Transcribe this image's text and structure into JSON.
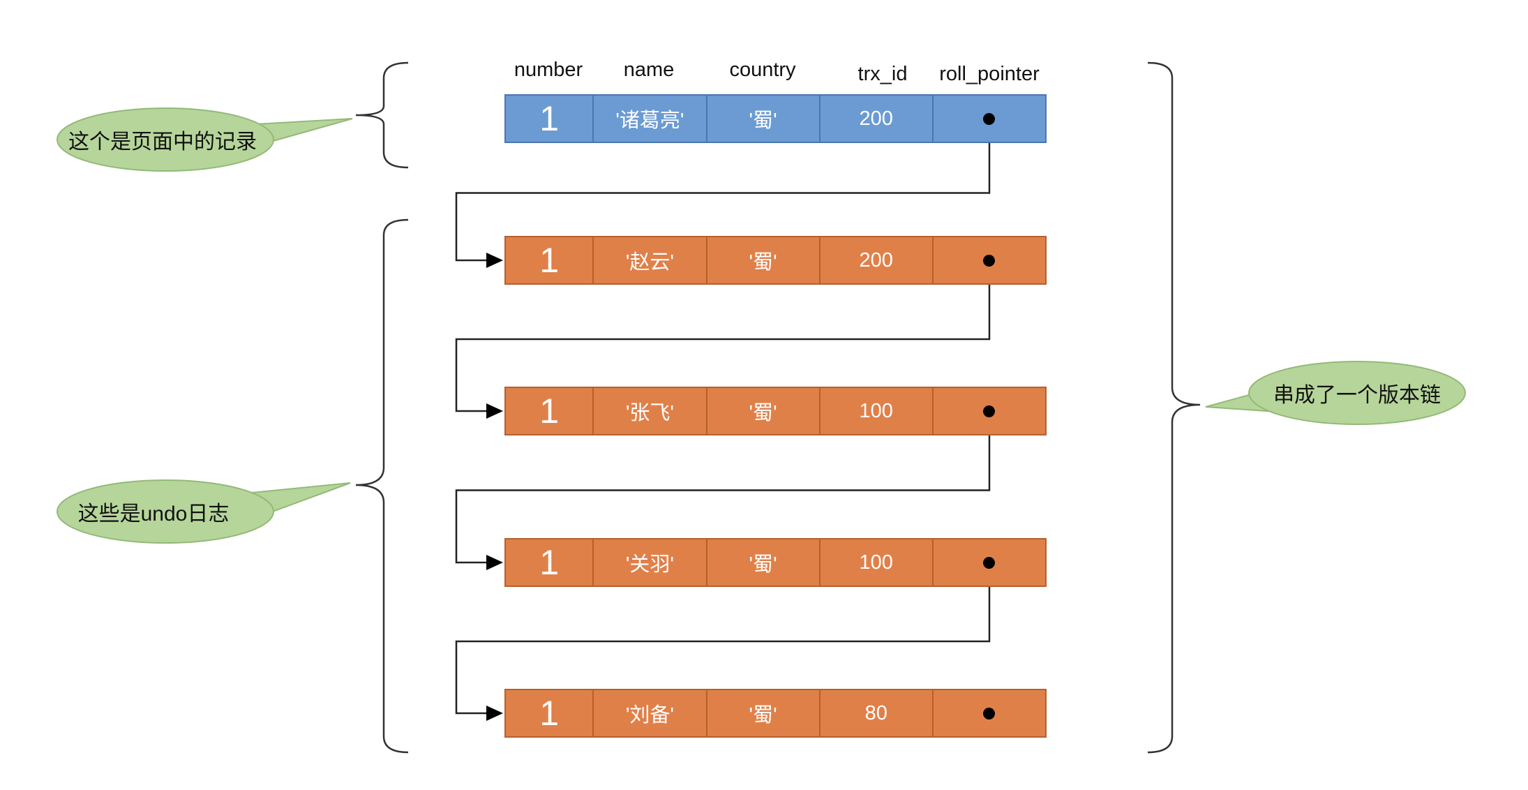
{
  "headers": {
    "number": "number",
    "name": "name",
    "country": "country",
    "trx_id": "trx_id",
    "roll_pointer": "roll_pointer"
  },
  "records": [
    {
      "kind": "page",
      "number": "1",
      "name": "'诸葛亮'",
      "country": "'蜀'",
      "trx_id": "200"
    },
    {
      "kind": "undo",
      "number": "1",
      "name": "'赵云'",
      "country": "'蜀'",
      "trx_id": "200"
    },
    {
      "kind": "undo",
      "number": "1",
      "name": "'张飞'",
      "country": "'蜀'",
      "trx_id": "100"
    },
    {
      "kind": "undo",
      "number": "1",
      "name": "'关羽'",
      "country": "'蜀'",
      "trx_id": "100"
    },
    {
      "kind": "undo",
      "number": "1",
      "name": "'刘备'",
      "country": "'蜀'",
      "trx_id": "80"
    }
  ],
  "callouts": {
    "page_record": "这个是页面中的记录",
    "undo_logs": "这些是undo日志",
    "version_chain": "串成了一个版本链"
  },
  "colors": {
    "page_fill": "#6b9bd2",
    "page_border": "#4a76b0",
    "undo_fill": "#e08049",
    "undo_border": "#b5602c",
    "bubble_fill": "#b6d59a",
    "bubble_border": "#93b978",
    "line": "#222222"
  }
}
